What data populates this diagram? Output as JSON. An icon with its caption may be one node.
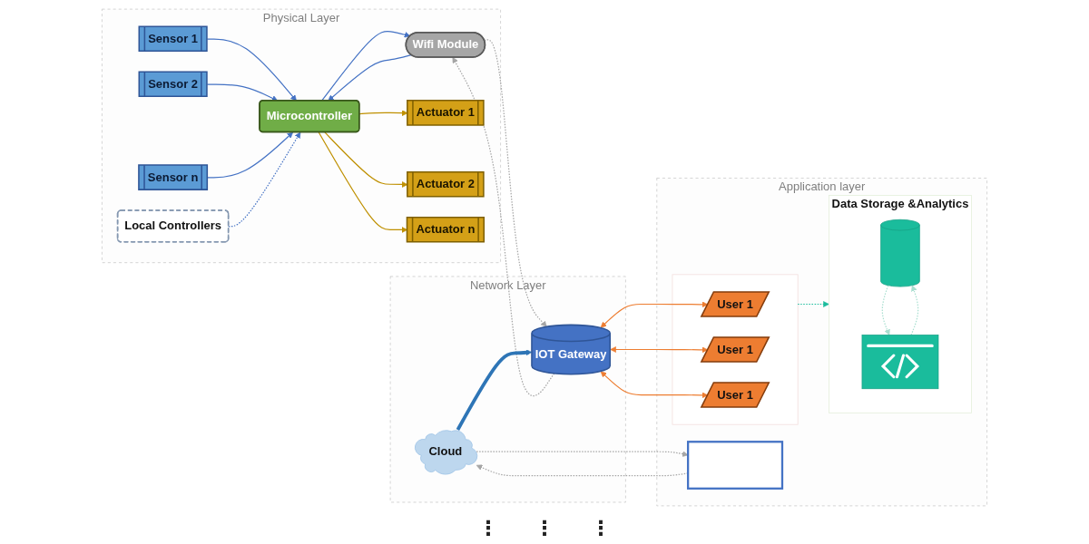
{
  "diagram": {
    "nodes": [
      {
        "text": [
          "Physical Layer"
        ]
      },
      {
        "text": [
          "Sensor 1"
        ],
        "in": 0
      },
      {
        "text": [
          "Sensor 2"
        ],
        "in": 0
      },
      {
        "text": [
          "Sensor n"
        ],
        "in": 0
      },
      {
        "text": [
          "Local Controllers"
        ],
        "in": 0
      },
      {
        "text": [
          "Microcontroller"
        ],
        "in": 0
      },
      {
        "text": [
          "Wifi Module"
        ],
        "in": 0
      },
      {
        "text": [
          "Actuator 1"
        ],
        "in": 0
      },
      {
        "text": [
          "Actuator 2"
        ],
        "in": 0
      },
      {
        "text": [
          "Actuator n"
        ],
        "in": 0
      },
      {
        "text": [
          "Network Layer"
        ]
      },
      {
        "text": [
          "Cloud"
        ],
        "in": 10
      },
      {
        "text": [
          "IOT Gateway"
        ],
        "in": 10
      },
      {
        "text": [
          "Application layer"
        ]
      },
      {
        "text": [],
        "shape": "box",
        "in": 13
      },
      {
        "text": [],
        "shape": "box",
        "in": 13
      },
      {
        "text": [
          "User 1"
        ],
        "in": 15
      },
      {
        "text": [
          "User 1"
        ],
        "in": 15
      },
      {
        "text": [
          "User 1"
        ],
        "in": 15
      },
      {
        "text": [
          "Data Storage &Analytics"
        ],
        "in": 13
      },
      {
        "text": [],
        "shape": "cylinder",
        "in": 19
      },
      {
        "text": [],
        "shape": "picture",
        "in": 19
      }
    ],
    "edges": [
      {
        "from": 1,
        "to": 5,
        "arrow": "to",
        "color": "#4472c4"
      },
      {
        "from": 2,
        "to": 5,
        "arrow": "to",
        "color": "#4472c4"
      },
      {
        "from": 3,
        "to": 5,
        "arrow": "to",
        "color": "#4472c4"
      },
      {
        "from": 4,
        "to": 5,
        "arrow": "to",
        "style": "dashed",
        "color": "#4472c4"
      },
      {
        "from": 5,
        "to": 6,
        "arrow": "to",
        "color": "#4472c4"
      },
      {
        "from": 6,
        "to": 5,
        "arrow": "to",
        "color": "#4472c4"
      },
      {
        "from": 12,
        "to": 6,
        "arrow": "to",
        "style": "dashed",
        "color": "#a6a6a6"
      },
      {
        "from": 6,
        "to": 12,
        "arrow": "to",
        "style": "dashed",
        "color": "#a6a6a6"
      },
      {
        "from": 5,
        "to": 7,
        "arrow": "to",
        "color": "#bf9000"
      },
      {
        "from": 5,
        "to": 8,
        "arrow": "to",
        "color": "#bf9000"
      },
      {
        "from": 5,
        "to": 9,
        "arrow": "to",
        "color": "#bf9000"
      },
      {
        "from": 11,
        "to": 12,
        "arrow": "to",
        "style": "thick",
        "color": "#2e75b6"
      },
      {
        "from": 14,
        "to": 11,
        "arrow": "to",
        "style": "dashed",
        "color": "#a6a6a6"
      },
      {
        "from": 11,
        "to": 14,
        "arrow": "to",
        "style": "dashed",
        "color": "#a6a6a6"
      },
      {
        "from": 12,
        "to": 16,
        "arrow": "both",
        "color": "#ed7d31"
      },
      {
        "from": 12,
        "to": 17,
        "arrow": "both",
        "color": "#ed7d31"
      },
      {
        "from": 12,
        "to": 18,
        "arrow": "both",
        "color": "#ed7d31"
      },
      {
        "from": 15,
        "to": 19,
        "arrow": "to",
        "style": "dashed",
        "color": "#1abc9c"
      },
      {
        "from": 21,
        "to": 20,
        "arrow": "to",
        "style": "dashed",
        "color": "#a9dfd0"
      },
      {
        "from": 20,
        "to": 21,
        "arrow": "to",
        "style": "dashed",
        "color": "#a9dfd0"
      }
    ],
    "labels": [
      "⋮",
      "⋮",
      "⋮"
    ]
  }
}
